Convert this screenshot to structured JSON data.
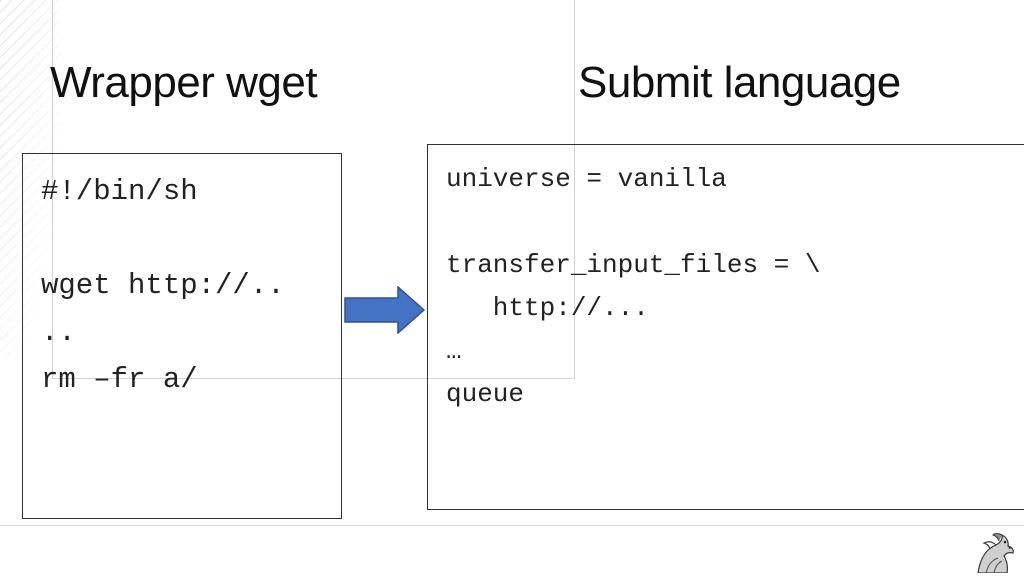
{
  "titles": {
    "left": "Wrapper wget",
    "right": "Submit language"
  },
  "left_code": [
    "#!/bin/sh",
    "",
    "wget http://..",
    "..",
    "rm –fr a/"
  ],
  "right_code": [
    "universe = vanilla",
    "",
    "transfer_input_files = \\",
    "   http://...",
    "…",
    "queue"
  ],
  "colors": {
    "arrow_fill": "#4472c4",
    "arrow_stroke": "#2f528f",
    "box_border": "#333333",
    "text": "#111111"
  },
  "icons": {
    "arrow": "right-arrow-icon",
    "logo": "eagle-logo"
  }
}
